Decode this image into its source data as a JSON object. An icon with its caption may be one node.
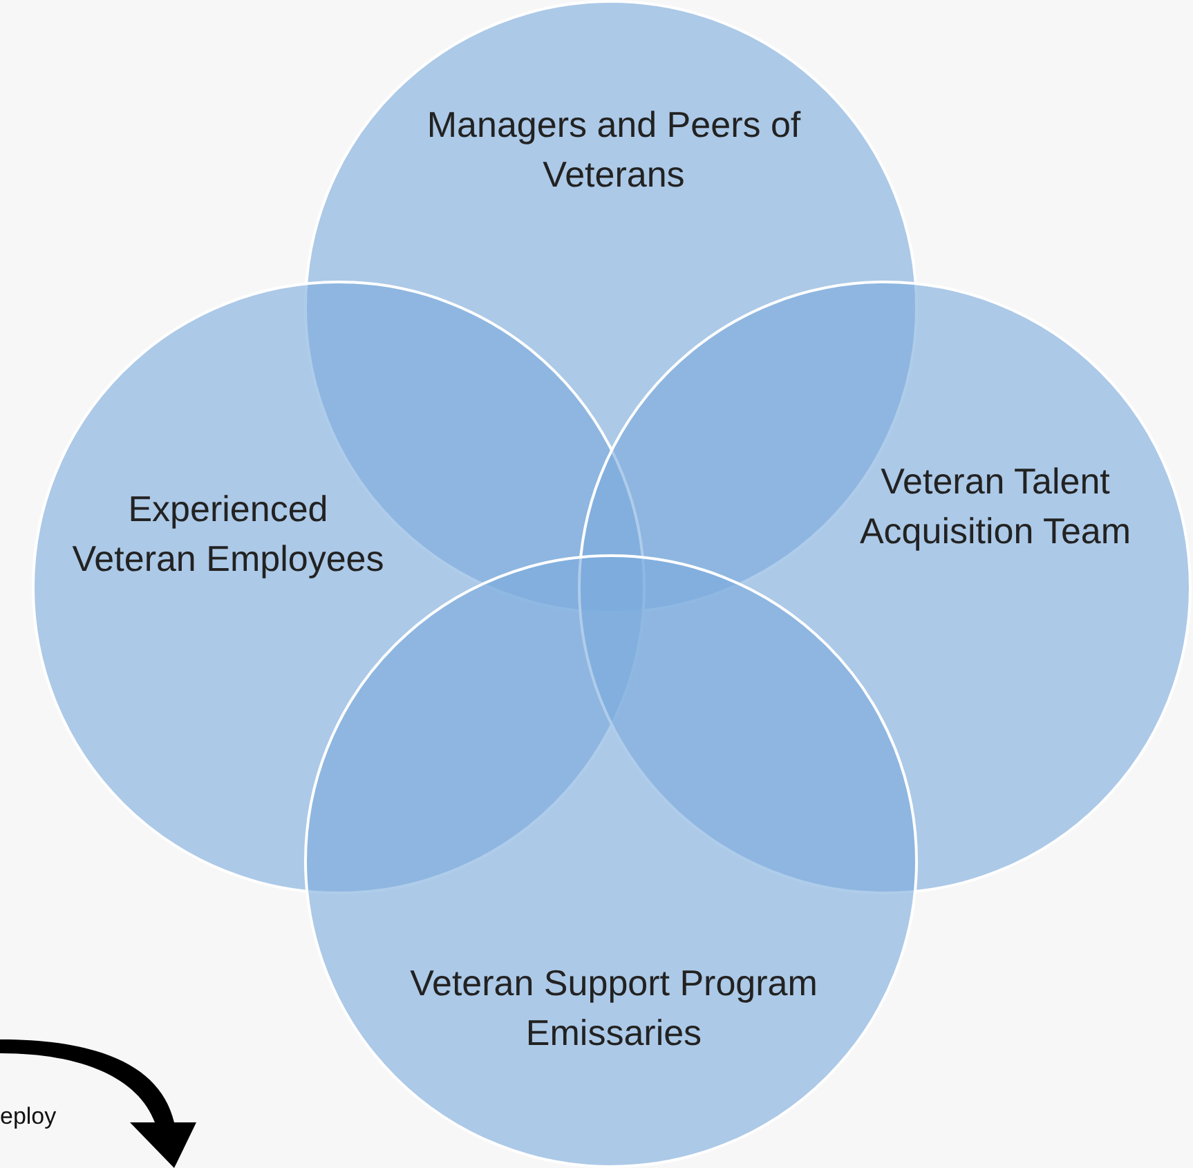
{
  "diagram": {
    "nodes": [
      {
        "text": [
          "Managers and Peers of Veterans"
        ]
      },
      {
        "text": [
          "Experienced Veteran Employees"
        ]
      },
      {
        "text": [
          "Veteran Talent Acquisition Team"
        ]
      },
      {
        "text": [
          "Veteran Support Program Emissaries"
        ]
      }
    ],
    "labels": [
      "eploy"
    ]
  }
}
